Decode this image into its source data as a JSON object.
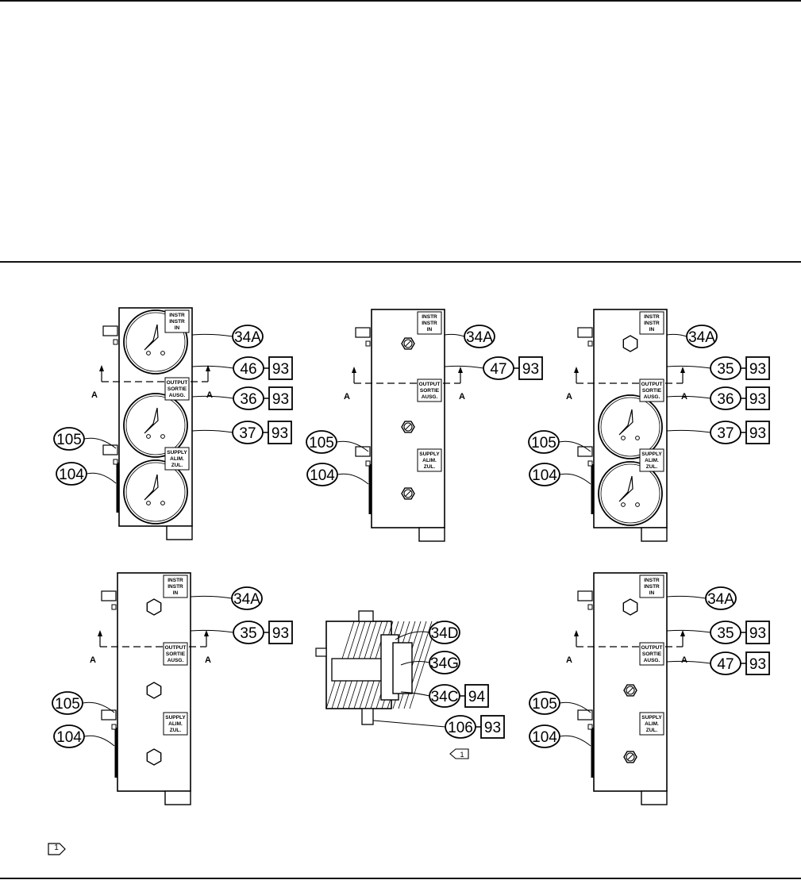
{
  "panels": [
    {
      "name": "panel-three-gauges",
      "label_boxes": [
        {
          "lines": [
            "INSTR",
            "INSTR",
            "IN"
          ]
        },
        {
          "lines": [
            "OUTPUT",
            "SORTIE",
            "AUSG."
          ]
        },
        {
          "lines": [
            "SUPPLY",
            "ALIM.",
            "ZUL."
          ]
        }
      ],
      "section_marks": [
        "A",
        "A"
      ],
      "callouts": [
        {
          "id": "34A"
        },
        {
          "id": "46",
          "ref": "93"
        },
        {
          "id": "36",
          "ref": "93"
        },
        {
          "id": "37",
          "ref": "93"
        },
        {
          "id": "105"
        },
        {
          "id": "104"
        }
      ]
    },
    {
      "name": "panel-three-fittings",
      "label_boxes": [
        {
          "lines": [
            "INSTR",
            "INSTR",
            "IN"
          ]
        },
        {
          "lines": [
            "OUTPUT",
            "SORTIE",
            "AUSG."
          ]
        },
        {
          "lines": [
            "SUPPLY",
            "ALIM.",
            "ZUL."
          ]
        }
      ],
      "section_marks": [
        "A",
        "A"
      ],
      "callouts": [
        {
          "id": "34A"
        },
        {
          "id": "47",
          "ref": "93"
        },
        {
          "id": "105"
        },
        {
          "id": "104"
        }
      ]
    },
    {
      "name": "panel-plug-two-gauges",
      "label_boxes": [
        {
          "lines": [
            "INSTR",
            "INSTR",
            "IN"
          ]
        },
        {
          "lines": [
            "OUTPUT",
            "SORTIE",
            "AUSG."
          ]
        },
        {
          "lines": [
            "SUPPLY",
            "ALIM.",
            "ZUL."
          ]
        }
      ],
      "section_marks": [
        "A",
        "A"
      ],
      "callouts": [
        {
          "id": "34A"
        },
        {
          "id": "35",
          "ref": "93"
        },
        {
          "id": "36",
          "ref": "93"
        },
        {
          "id": "37",
          "ref": "93"
        },
        {
          "id": "105"
        },
        {
          "id": "104"
        }
      ]
    },
    {
      "name": "panel-three-plugs",
      "label_boxes": [
        {
          "lines": [
            "INSTR",
            "INSTR",
            "IN"
          ]
        },
        {
          "lines": [
            "OUTPUT",
            "SORTIE",
            "AUSG."
          ]
        },
        {
          "lines": [
            "SUPPLY",
            "ALIM.",
            "ZUL."
          ]
        }
      ],
      "section_marks": [
        "A",
        "A"
      ],
      "callouts": [
        {
          "id": "34A"
        },
        {
          "id": "35",
          "ref": "93"
        },
        {
          "id": "105"
        },
        {
          "id": "104"
        }
      ]
    },
    {
      "name": "panel-plug-two-fittings",
      "label_boxes": [
        {
          "lines": [
            "INSTR",
            "INSTR",
            "IN"
          ]
        },
        {
          "lines": [
            "OUTPUT",
            "SORTIE",
            "AUSG."
          ]
        },
        {
          "lines": [
            "SUPPLY",
            "ALIM.",
            "ZUL."
          ]
        }
      ],
      "section_marks": [
        "A",
        "A"
      ],
      "callouts": [
        {
          "id": "34A"
        },
        {
          "id": "35",
          "ref": "93"
        },
        {
          "id": "47",
          "ref": "93"
        },
        {
          "id": "105"
        },
        {
          "id": "104"
        }
      ]
    }
  ],
  "section_view": {
    "name": "section-a-a",
    "callouts": [
      {
        "id": "34D"
      },
      {
        "id": "34G"
      },
      {
        "id": "34C",
        "ref": "94"
      },
      {
        "id": "106",
        "ref": "93"
      }
    ],
    "note_flag": "1"
  },
  "footnote": {
    "flag": "1"
  }
}
